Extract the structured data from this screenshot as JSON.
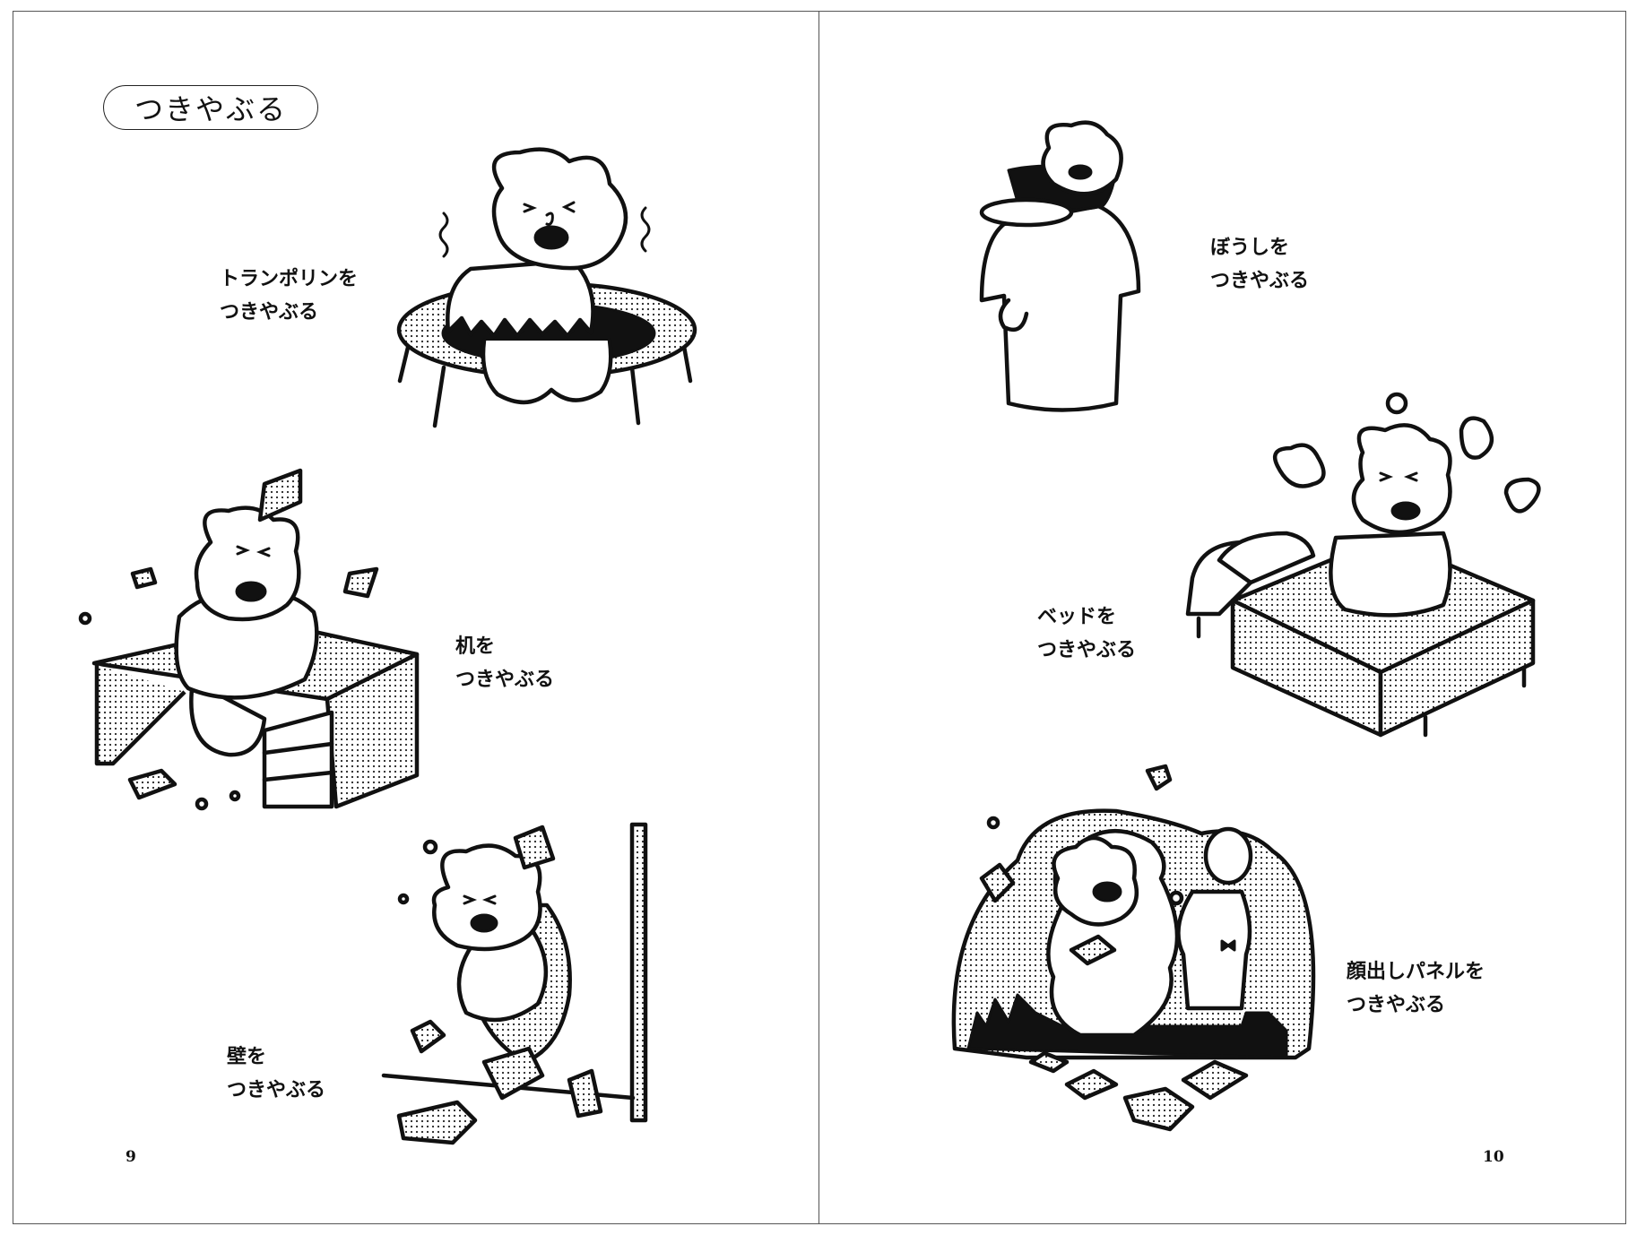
{
  "spread": {
    "left_page": {
      "section_title": "つきやぶる",
      "captions": [
        {
          "line1": "トランポリンを",
          "line2": "つきやぶる",
          "illustration": "bear-breaking-trampoline"
        },
        {
          "line1": "机を",
          "line2": "つきやぶる",
          "illustration": "bear-breaking-desk"
        },
        {
          "line1": "壁を",
          "line2": "つきやぶる",
          "illustration": "bear-breaking-wall"
        }
      ],
      "page_number": "9"
    },
    "right_page": {
      "captions": [
        {
          "line1": "ぼうしを",
          "line2": "つきやぶる",
          "illustration": "bear-breaking-hat"
        },
        {
          "line1": "ベッドを",
          "line2": "つきやぶる",
          "illustration": "bear-breaking-bed"
        },
        {
          "line1": "顔出しパネルを",
          "line2": "つきやぶる",
          "illustration": "bear-breaking-face-panel"
        }
      ],
      "page_number": "10"
    }
  },
  "colors": {
    "ink": "#111111",
    "paper": "#ffffff",
    "border": "#555555"
  }
}
